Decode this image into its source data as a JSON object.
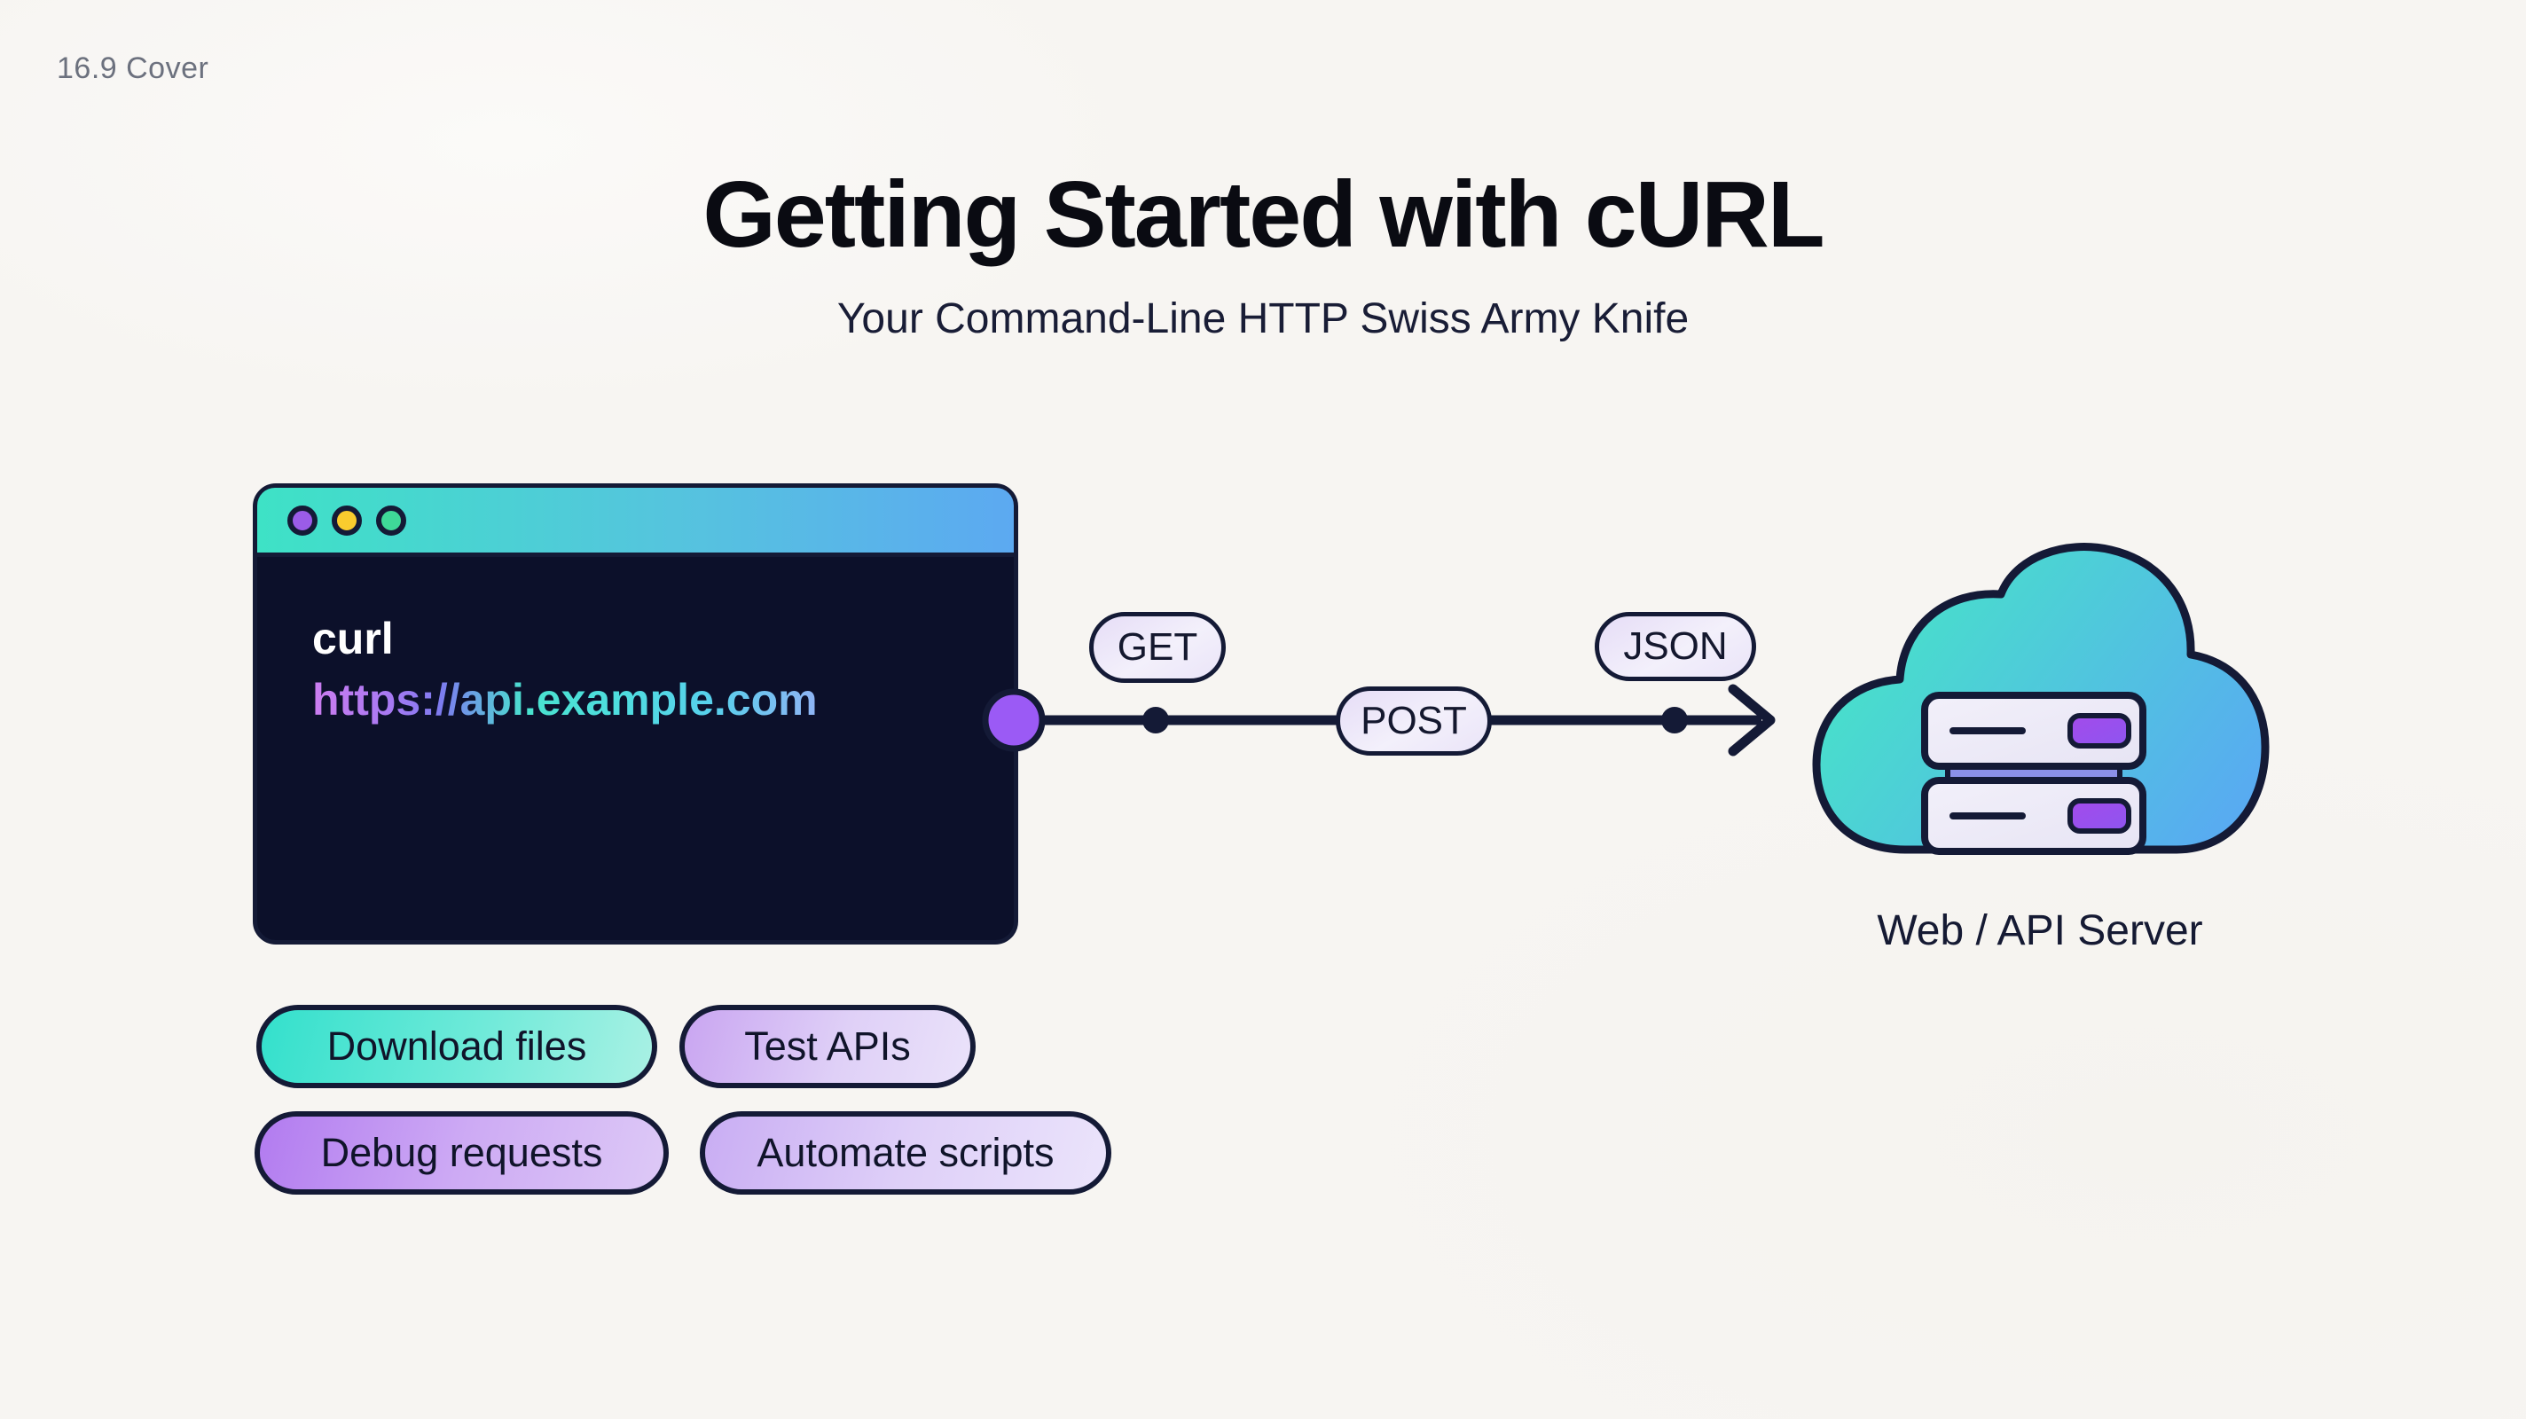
{
  "slide": {
    "corner_label": "16.9 Cover"
  },
  "header": {
    "title": "Getting Started with cURL",
    "subtitle": "Your Command-Line HTTP Swiss Army Knife"
  },
  "terminal": {
    "command": "curl",
    "url": "https://api.example.com",
    "window_buttons": [
      "purple",
      "yellow",
      "green"
    ]
  },
  "flow": {
    "pills": [
      {
        "label": "GET"
      },
      {
        "label": "POST"
      },
      {
        "label": "JSON"
      }
    ]
  },
  "server": {
    "label": "Web / API Server"
  },
  "features": [
    {
      "label": "Download files"
    },
    {
      "label": "Test APIs"
    },
    {
      "label": "Debug requests"
    },
    {
      "label": "Automate scripts"
    }
  ],
  "colors": {
    "background": "#F7F5F2",
    "outline_navy": "#141A36",
    "terminal_bg": "#0C102A",
    "titlebar_gradient": [
      "#3EE2C6",
      "#5CA9F1"
    ],
    "cloud_gradient": [
      "#46E6C6",
      "#58ABF1"
    ],
    "connector_purple": "#9B5AF5",
    "traffic_purple": "#9B5CE8",
    "traffic_yellow": "#FACC2E",
    "traffic_green": "#3FD998",
    "server_button_purple": "#9C4DEA",
    "pill_lavender": "#EAE4F8",
    "feature_teal": "#33E0CC",
    "feature_purple": "#B27BF0"
  }
}
